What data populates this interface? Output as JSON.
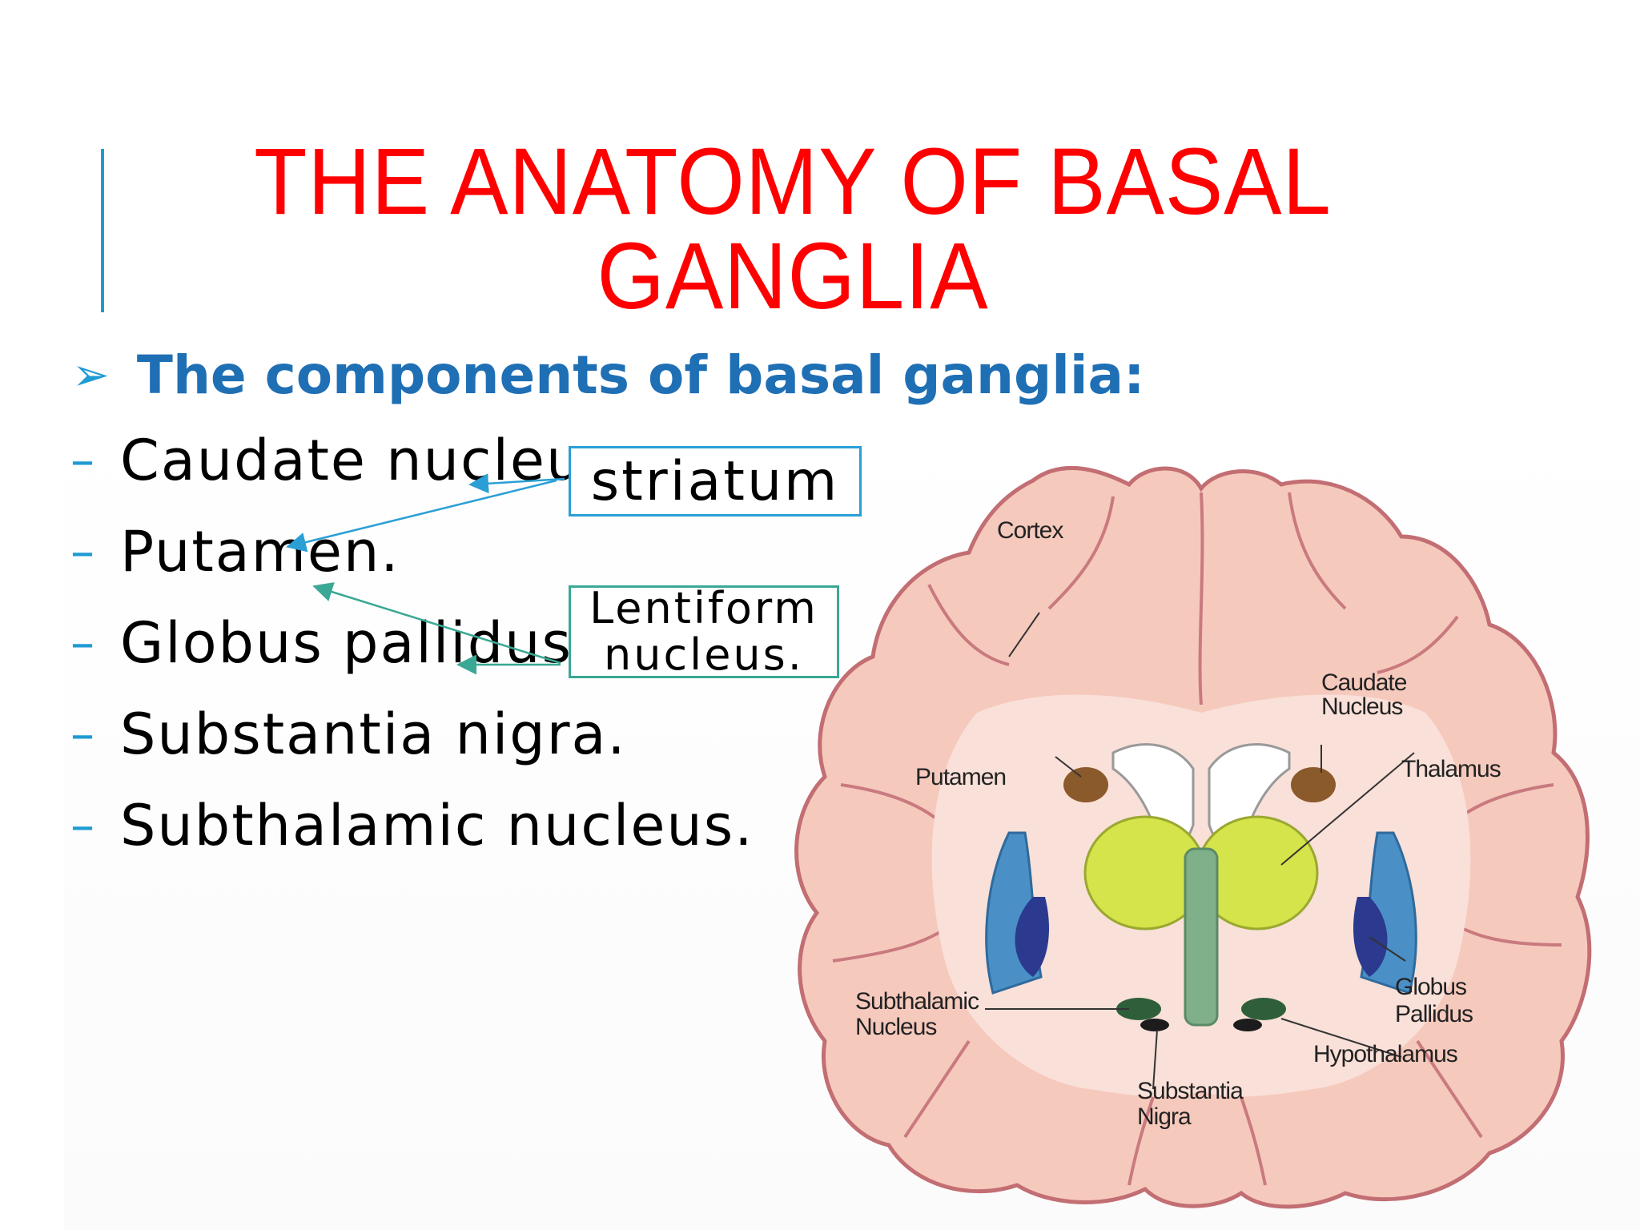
{
  "slide": {
    "title_line1": "THE ANATOMY OF BASAL",
    "title_line2": "GANGLIA",
    "subheading": "The components of basal ganglia:",
    "subheading_icon": "arrow-bullet-icon",
    "items": [
      "Caudate nucleus.",
      "Putamen.",
      "Globus pallidus.",
      "Substantia nigra.",
      "Subthalamic nucleus."
    ],
    "bullet_char": "–"
  },
  "boxes": {
    "striatum": "striatum",
    "lentiform_line1": "Lentiform",
    "lentiform_line2": "nucleus."
  },
  "diagram": {
    "labels": {
      "cortex": "Cortex",
      "caudate_1": "Caudate",
      "caudate_2": "Nucleus",
      "putamen": "Putamen",
      "thalamus": "Thalamus",
      "subthalamic_1": "Subthalamic",
      "subthalamic_2": "Nucleus",
      "globus_1": "Globus",
      "globus_2": "Pallidus",
      "hypothalamus": "Hypothalamus",
      "substantia_1": "Substantia",
      "substantia_2": "Nigra"
    }
  },
  "colors": {
    "title": "#ff0000",
    "subheading": "#1f6fb5",
    "accent": "#1f9bd3",
    "striatum_box": "#2a9fd6",
    "lentiform_box": "#3aa894"
  }
}
